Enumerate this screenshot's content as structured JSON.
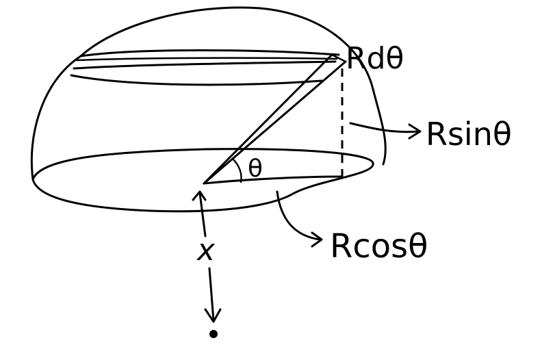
{
  "labels": {
    "arc_length": "Rdθ",
    "vertical_component": "Rsinθ",
    "horizontal_component": "Rcosθ",
    "angle": "θ",
    "distance": "x"
  },
  "colors": {
    "ink": "#000000",
    "background": "#ffffff"
  }
}
